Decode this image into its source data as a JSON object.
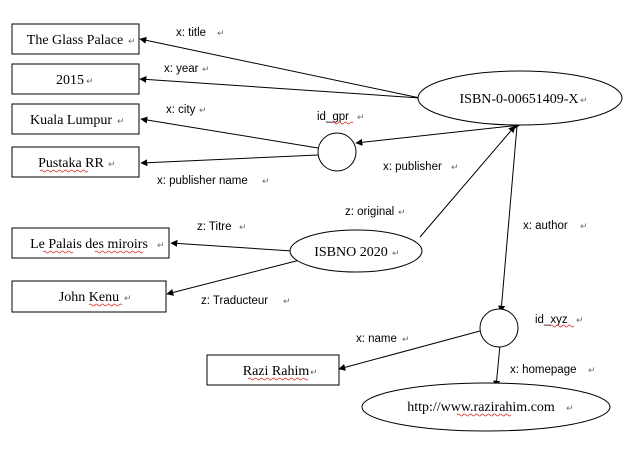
{
  "nodes": {
    "isbn_main": "ISBN-0-00651409-X",
    "isbn_2020": "ISBNO 2020",
    "homepage_url": "http://www.razirahim.com",
    "glass_palace": "The Glass Palace",
    "year_2015": "2015",
    "kuala_lumpur": "Kuala Lumpur",
    "pustaka_rr": "Pustaka RR",
    "palais": "Le Palais des miroirs",
    "john_kenu": "John Kenu",
    "razi_rahim": "Razi Rahim"
  },
  "blank_nodes": {
    "gpr": "id_gpr",
    "xyz": "id_xyz"
  },
  "edge_labels": {
    "title": "x: title",
    "year": "x: year",
    "city": "x: city",
    "publisher_name": "x: publisher name",
    "publisher": "x: publisher",
    "original": "z: original",
    "author": "x: author",
    "titre": "z: Titre",
    "traducteur": "z: Traducteur",
    "name": "x: name",
    "homepage": "x: homepage"
  },
  "paragraph_mark": "↵"
}
